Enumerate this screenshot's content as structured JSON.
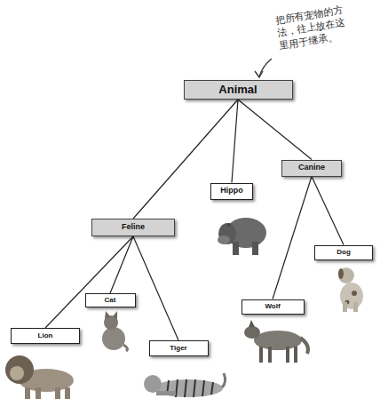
{
  "diagram": {
    "nodes": [
      {
        "text": [
          "Animal"
        ]
      },
      {
        "text": [
          "Feline"
        ]
      },
      {
        "text": [
          "Hippo"
        ]
      },
      {
        "text": [
          "Canine"
        ]
      },
      {
        "text": [
          "Lion"
        ]
      },
      {
        "text": [
          "Cat"
        ]
      },
      {
        "text": [
          "Tiger"
        ]
      },
      {
        "text": [
          "Wolf"
        ]
      },
      {
        "text": [
          "Dog"
        ]
      }
    ],
    "edges": [
      {
        "from": 0,
        "to": 1,
        "arrow": "none"
      },
      {
        "from": 0,
        "to": 2,
        "arrow": "none"
      },
      {
        "from": 0,
        "to": 3,
        "arrow": "none"
      },
      {
        "from": 1,
        "to": 4,
        "arrow": "none"
      },
      {
        "from": 1,
        "to": 5,
        "arrow": "none"
      },
      {
        "from": 1,
        "to": 6,
        "arrow": "none"
      },
      {
        "from": 3,
        "to": 7,
        "arrow": "none"
      },
      {
        "from": 3,
        "to": 8,
        "arrow": "none"
      }
    ],
    "labels": [
      "把所有宠物的方法，往上放在这里用于继承。"
    ]
  }
}
